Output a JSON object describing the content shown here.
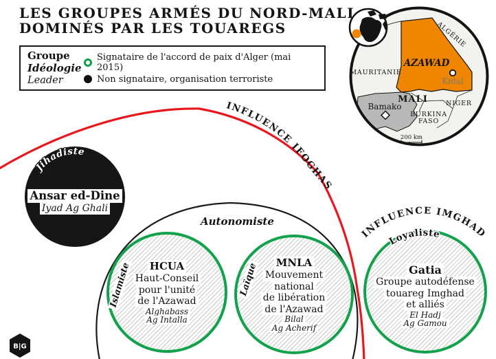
{
  "header": {
    "title_line1": "LES GROUPES ARMÉS DU NORD-MALI",
    "title_line2": "DOMINÉS PAR LES TOUAREGS"
  },
  "legend": {
    "group_label": "Groupe",
    "ideology_label": "Idéologie",
    "leader_label": "Leader",
    "signatory": "Signataire de l'accord de paix d'Alger (mai 2015)",
    "non_signatory": "Non signataire, organisation terroriste"
  },
  "zones": {
    "ifoghas": "INFLUENCE IFOGHAS",
    "imghad": "INFLUENCE IMGHAD",
    "autonomiste": "Autonomiste"
  },
  "groups": {
    "ansar": {
      "ideology": "Jihadiste",
      "name": "Ansar ed-Dine",
      "leader": "Iyad Ag Ghali",
      "status": "non-signataire"
    },
    "hcua": {
      "ideology": "Islamiste",
      "name": "HCUA",
      "desc1": "Haut-Conseil",
      "desc2": "pour l'unité",
      "desc3": "de l'Azawad",
      "leader1": "Alghabass",
      "leader2": "Ag Intalla",
      "status": "signataire"
    },
    "mnla": {
      "ideology": "Laïque",
      "name": "MNLA",
      "desc1": "Mouvement",
      "desc2": "national",
      "desc3": "de libération",
      "desc4": "de l'Azawad",
      "leader1": "Bilal",
      "leader2": "Ag Acherif",
      "status": "signataire"
    },
    "gatia": {
      "ideology": "Loyaliste",
      "name": "Gatia",
      "desc1": "Groupe autodéfense",
      "desc2": "touareg Imghad",
      "desc3": "et alliés",
      "leader1": "El Hadj",
      "leader2": "Ag Gamou",
      "status": "signataire"
    }
  },
  "map": {
    "countries": {
      "algerie": "ALGÉRIE",
      "mauritanie": "MAURITANIE",
      "mali": "MALI",
      "niger": "NIGER",
      "burkina1": "BURKINA",
      "burkina2": "FASO"
    },
    "region": "AZAWAD",
    "cities": {
      "kidal": "Kidal",
      "bamako": "Bamako"
    },
    "scale": "200 km"
  },
  "logo": "B|G",
  "colors": {
    "accent_red": "#e9161d",
    "signatory_green": "#12a24b",
    "azawad_orange": "#f08600",
    "black": "#141414"
  }
}
